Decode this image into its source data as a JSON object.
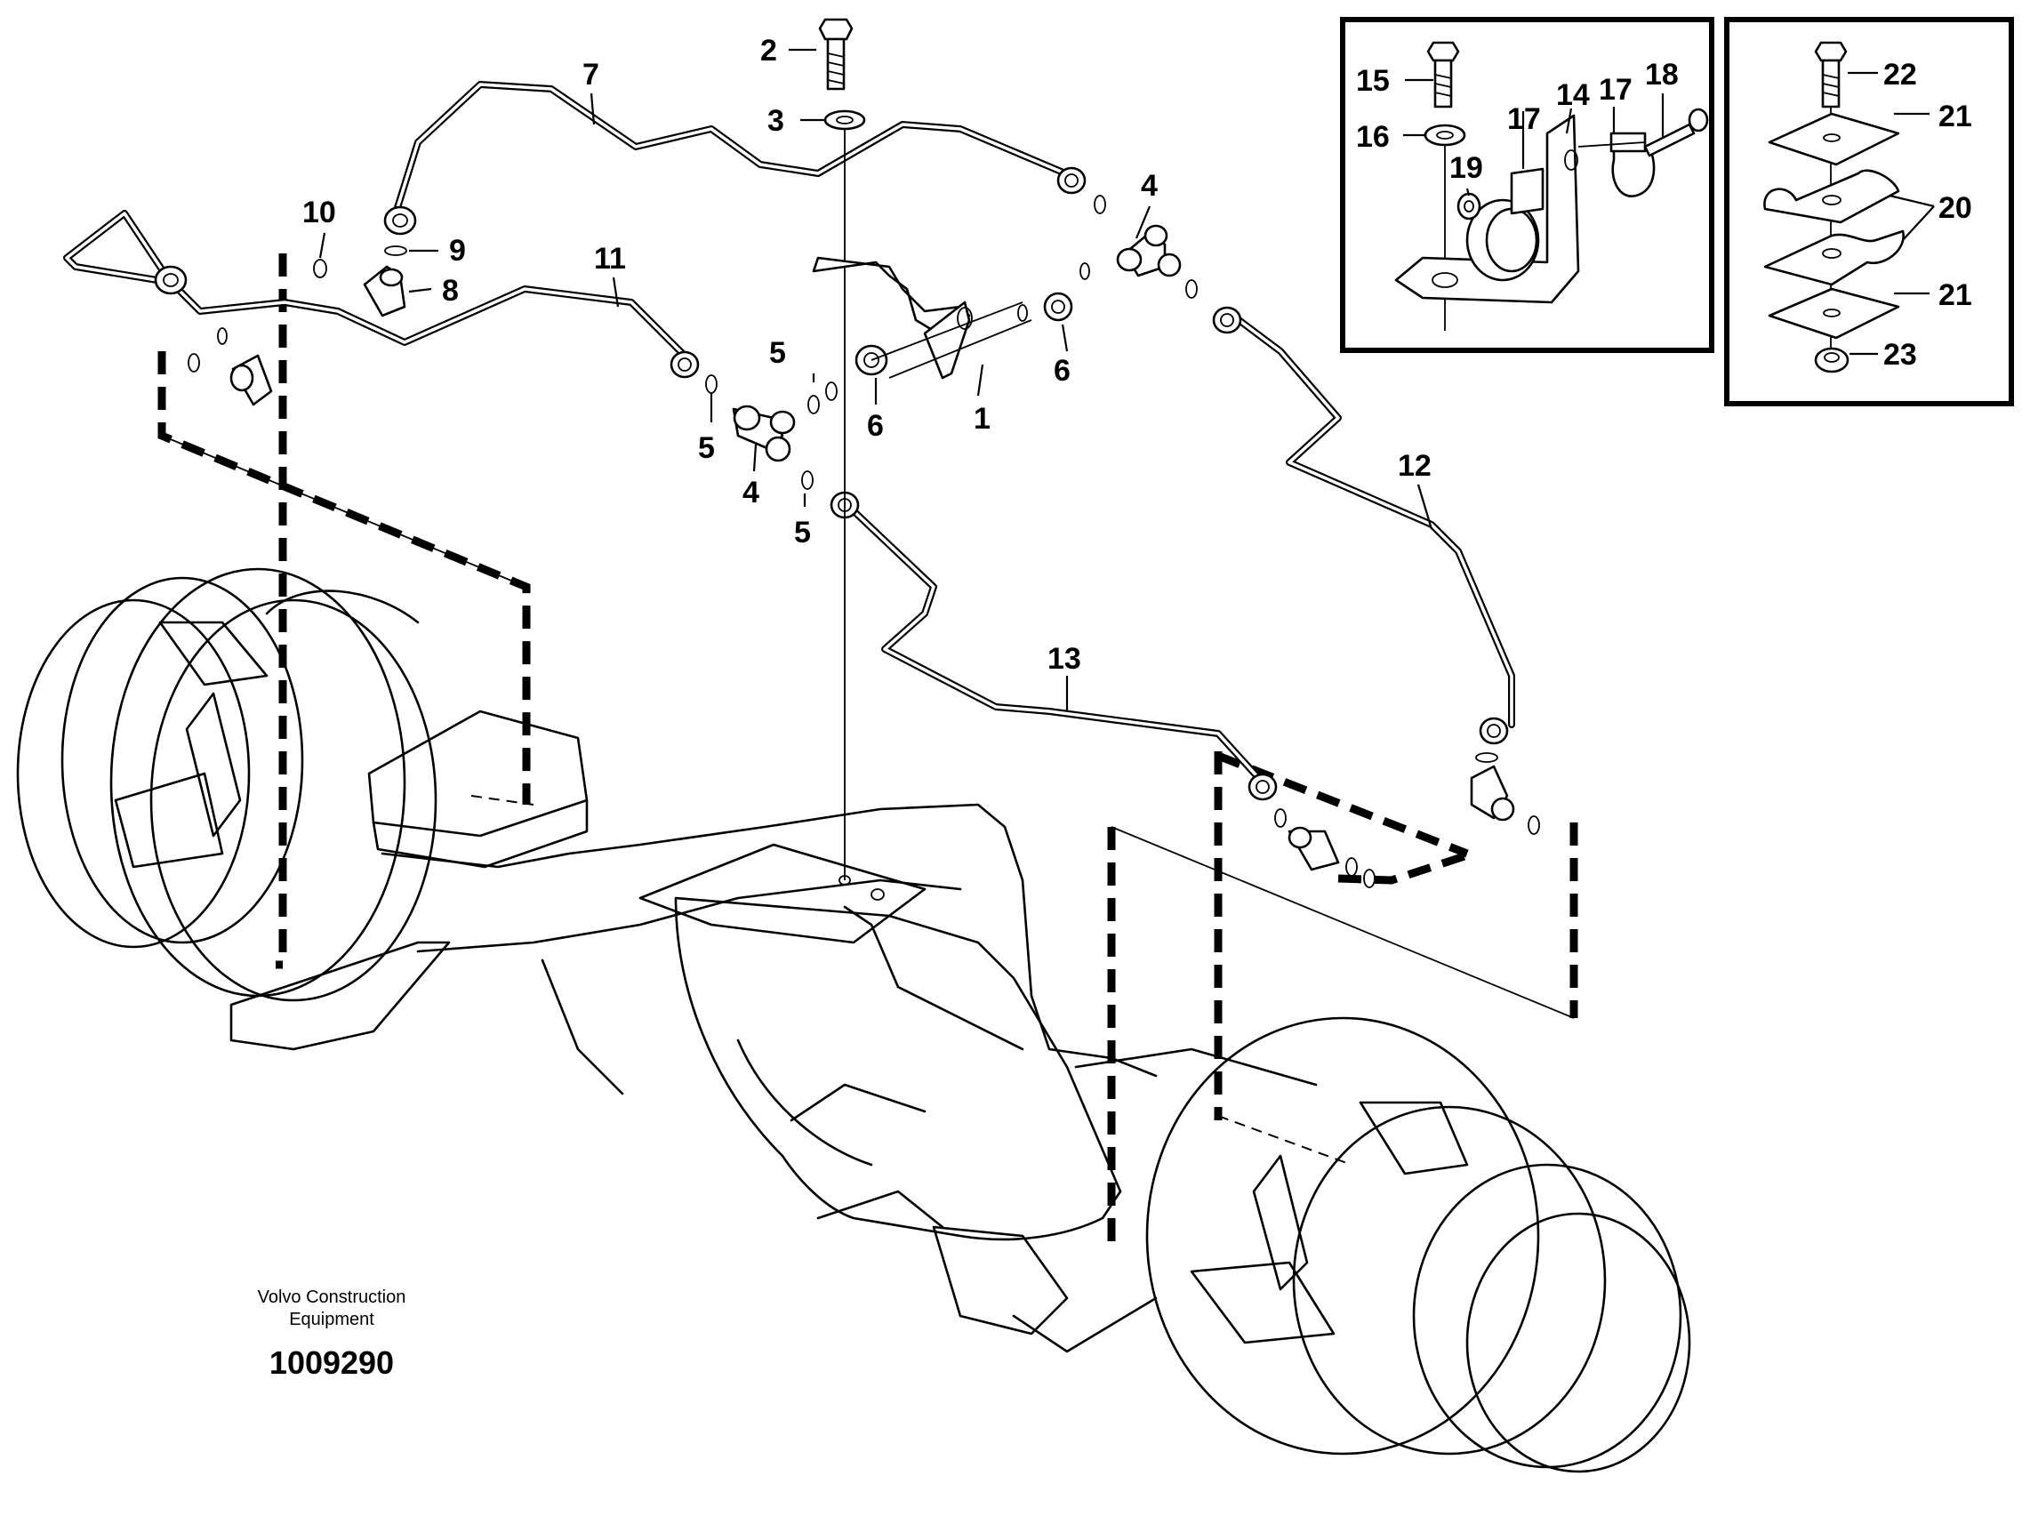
{
  "callouts": {
    "c1": "1",
    "c2": "2",
    "c3": "3",
    "c4a": "4",
    "c4b": "4",
    "c5a": "5",
    "c5b": "5",
    "c5c": "5",
    "c6a": "6",
    "c6b": "6",
    "c7": "7",
    "c8": "8",
    "c9": "9",
    "c10": "10",
    "c11": "11",
    "c12": "12",
    "c13": "13",
    "c14": "14",
    "c15": "15",
    "c16": "16",
    "c17a": "17",
    "c17b": "17",
    "c18": "18",
    "c19": "19",
    "c20": "20",
    "c21a": "21",
    "c21b": "21",
    "c22": "22",
    "c23": "23"
  },
  "footer": {
    "brand_line1": "Volvo Construction",
    "brand_line2": "Equipment",
    "document_number": "1009290"
  }
}
